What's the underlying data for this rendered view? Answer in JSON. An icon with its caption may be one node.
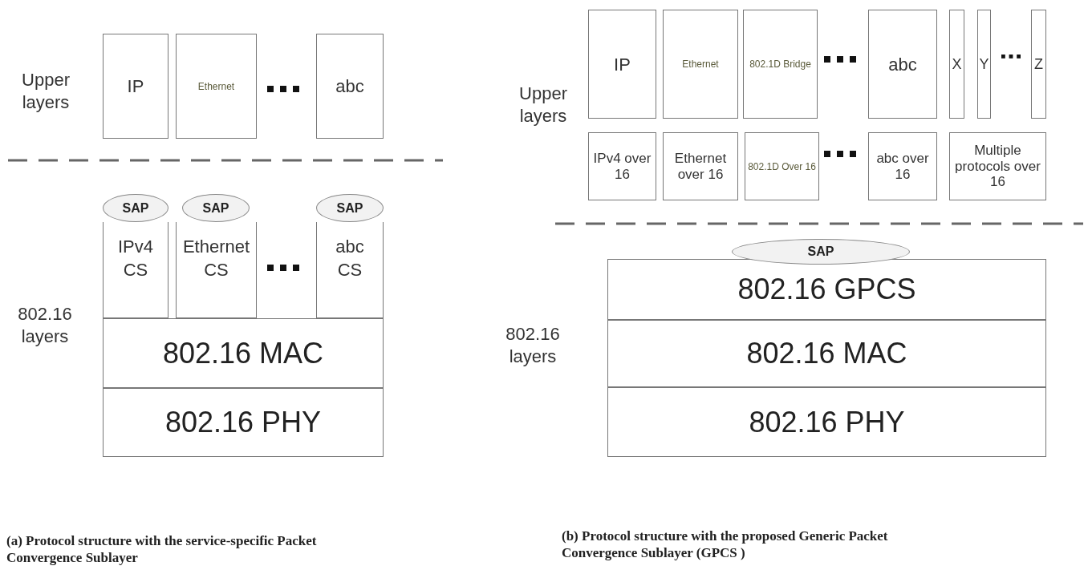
{
  "diagram": {
    "nodes": [
      {
        "text": [
          "IP"
        ]
      },
      {
        "text": [
          "Ethernet"
        ]
      },
      {
        "text": [
          "abc"
        ]
      },
      {
        "text": [
          "SAP"
        ]
      },
      {
        "text": [
          "SAP"
        ]
      },
      {
        "text": [
          "SAP"
        ]
      },
      {
        "text": [
          "IPv4 CS"
        ]
      },
      {
        "text": [
          "Ethernet CS"
        ]
      },
      {
        "text": [
          "abc CS"
        ]
      },
      {
        "text": [
          "802.16 MAC"
        ]
      },
      {
        "text": [
          "802.16 PHY"
        ]
      },
      {
        "text": [
          "IP"
        ]
      },
      {
        "text": [
          "Ethernet"
        ]
      },
      {
        "text": [
          "802.1D Bridge"
        ]
      },
      {
        "text": [
          "abc"
        ]
      },
      {
        "text": [
          "X"
        ]
      },
      {
        "text": [
          "Y"
        ]
      },
      {
        "text": [
          "Z"
        ]
      },
      {
        "text": [
          "IPv4 over 16"
        ]
      },
      {
        "text": [
          "Ethernet over 16"
        ]
      },
      {
        "text": [
          "802.1D Over 16"
        ]
      },
      {
        "text": [
          "abc over 16"
        ]
      },
      {
        "text": [
          "Multiple protocols over 16"
        ]
      },
      {
        "text": [
          "SAP"
        ]
      },
      {
        "text": [
          "802.16 GPCS"
        ]
      },
      {
        "text": [
          "802.16 MAC"
        ]
      },
      {
        "text": [
          "802.16 PHY"
        ]
      }
    ],
    "labels": [
      "Upper layers",
      "802.16 layers",
      "Upper layers",
      "802.16 layers",
      "(a) Protocol structure with the service-specific Packet Convergence Sublayer",
      "(b) Protocol structure with the proposed Generic Packet Convergence Sublayer (GPCS )"
    ]
  }
}
